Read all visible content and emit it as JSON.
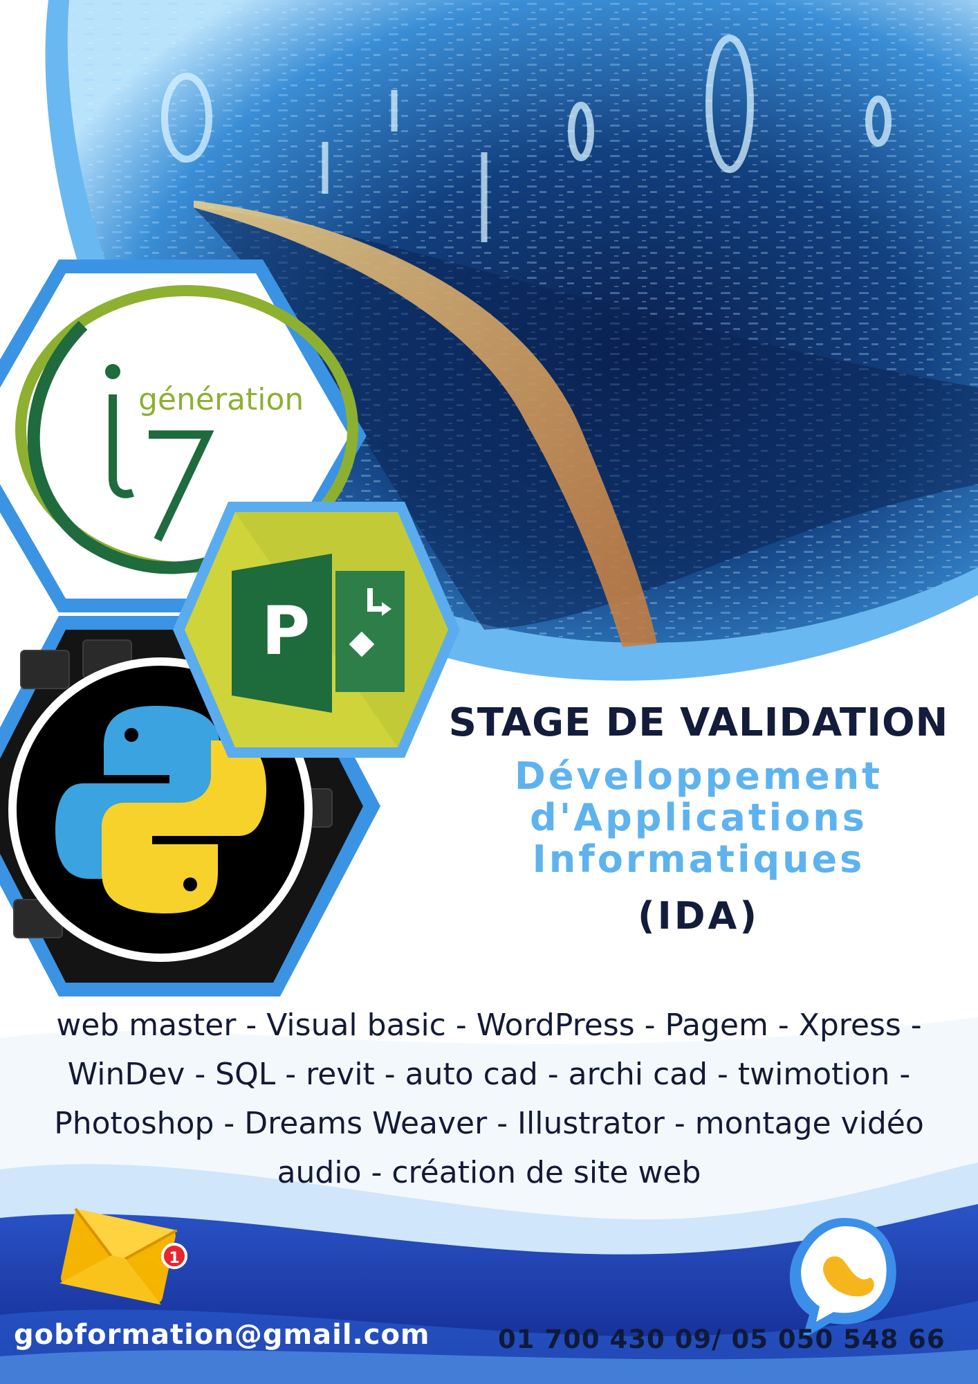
{
  "logo": {
    "text": "génération",
    "mark_letters": "i7"
  },
  "project_icon": {
    "letter": "P"
  },
  "headline": {
    "title": "STAGE DE VALIDATION",
    "subtitle_line1": "Développement",
    "subtitle_line2": "d'Applications",
    "subtitle_line3": "Informatiques",
    "abbr": "(IDA)"
  },
  "skills": {
    "line1": "web master - Visual basic - WordPress - Pagem - Xpress -",
    "line2": "WinDev - SQL - revit - auto cad - archi cad - twimotion -",
    "line3": "Photoshop - Dreams Weaver - Illustrator - montage vidéo",
    "line4": "audio - création de site web"
  },
  "contact": {
    "email": "gobformation@gmail.com",
    "phone": "01 700 430 09/ 05 050 548 66",
    "notification_count": "1"
  },
  "colors": {
    "navy": "#131c3a",
    "light_blue": "#5eb3ef",
    "accent_blue": "#2f8fe6",
    "deep_blue": "#1d34a0",
    "logo_green": "#1f6b3e",
    "logo_lime": "#8db030",
    "project_green": "#1e6b3c",
    "hex_yellow": "#cfd43a",
    "python_blue": "#3aa3e0",
    "python_yellow": "#f6d22a"
  }
}
